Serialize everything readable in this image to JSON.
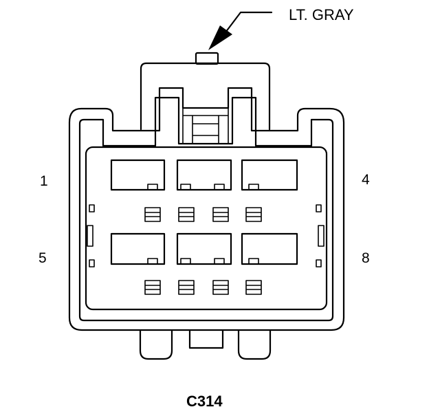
{
  "connector": {
    "name": "C314",
    "color_callout": "LT. GRAY",
    "pin_labels": {
      "top_left": "1",
      "top_right": "4",
      "bottom_left": "5",
      "bottom_right": "8"
    }
  },
  "colors": {
    "line": "#000000",
    "background": "#ffffff"
  }
}
